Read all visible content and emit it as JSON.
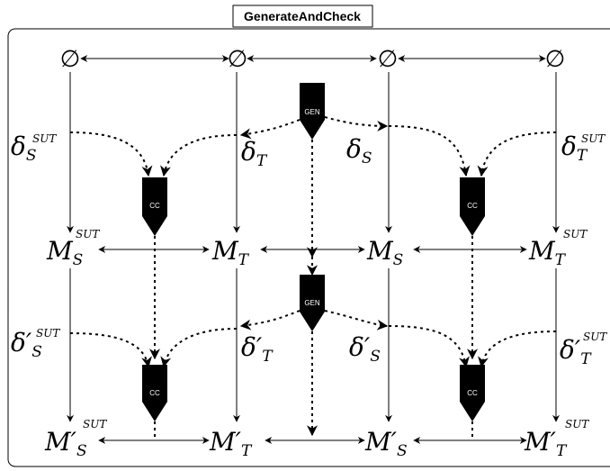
{
  "frame": {
    "title": "GenerateAndCheck"
  },
  "boxes": {
    "gen_label": "GEN",
    "cc_label": "CC"
  },
  "row0": {
    "n0": "∅",
    "n1": "∅",
    "n2": "∅",
    "n3": "∅"
  },
  "row1": {
    "m_s_sut": {
      "base": "M",
      "sub": "S",
      "sup": "SUT"
    },
    "m_t": {
      "base": "M",
      "sub": "T"
    },
    "m_s": {
      "base": "M",
      "sub": "S"
    },
    "m_t_sut": {
      "base": "M",
      "sub": "T",
      "sup": "SUT"
    }
  },
  "row2": {
    "m_s_sut": {
      "base": "M′",
      "sub": "S",
      "sup": "SUT"
    },
    "m_t": {
      "base": "M′",
      "sub": "T"
    },
    "m_s": {
      "base": "M′",
      "sub": "S"
    },
    "m_t_sut": {
      "base": "M′",
      "sub": "T",
      "sup": "SUT"
    }
  },
  "labels_top": {
    "delta_s_sut": {
      "base": "δ",
      "sub": "S",
      "sup": "SUT"
    },
    "delta_t": {
      "base": "δ",
      "sub": "T"
    },
    "delta_s": {
      "base": "δ",
      "sub": "S"
    },
    "delta_t_sut": {
      "base": "δ",
      "sub": "T",
      "sup": "SUT"
    }
  },
  "labels_bottom": {
    "delta_s_sut": {
      "base": "δ′",
      "sub": "S",
      "sup": "SUT"
    },
    "delta_t": {
      "base": "δ′",
      "sub": "T"
    },
    "delta_s": {
      "base": "δ′",
      "sub": "S"
    },
    "delta_t_sut": {
      "base": "δ′",
      "sub": "T",
      "sup": "SUT"
    }
  }
}
